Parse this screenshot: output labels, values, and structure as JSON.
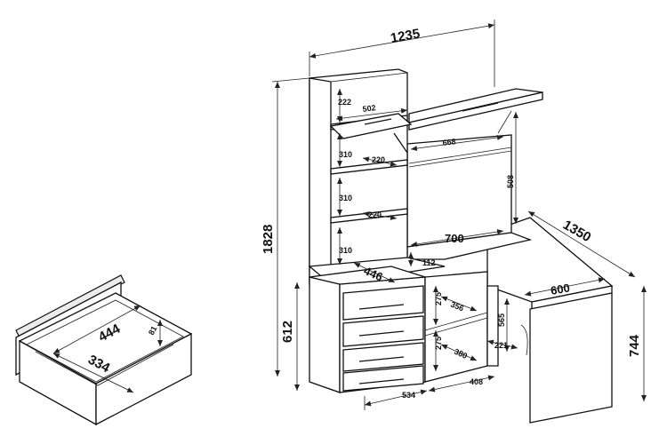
{
  "drawer": {
    "width": "444",
    "depth": "334",
    "height": "81"
  },
  "overall": {
    "width": "1235",
    "height": "1828",
    "desk_height": "612",
    "return_length": "1350",
    "table_height": "744"
  },
  "shelves": {
    "top": "222",
    "top_width": "502",
    "unit_1": "310",
    "unit_2": "310",
    "unit_3": "310",
    "depth_1": "220",
    "depth_2": "220",
    "base_depth": "446",
    "small": "112"
  },
  "desk": {
    "cabinet_width": "668",
    "cabinet_height": "508",
    "surface": "700",
    "return_depth": "600",
    "leg_height": "565",
    "leg_offset": "221",
    "drawer_unit_width": "534",
    "niche_width": "408",
    "niche_h1": "275",
    "niche_h2": "275",
    "niche_d1": "356",
    "niche_d2": "380"
  }
}
